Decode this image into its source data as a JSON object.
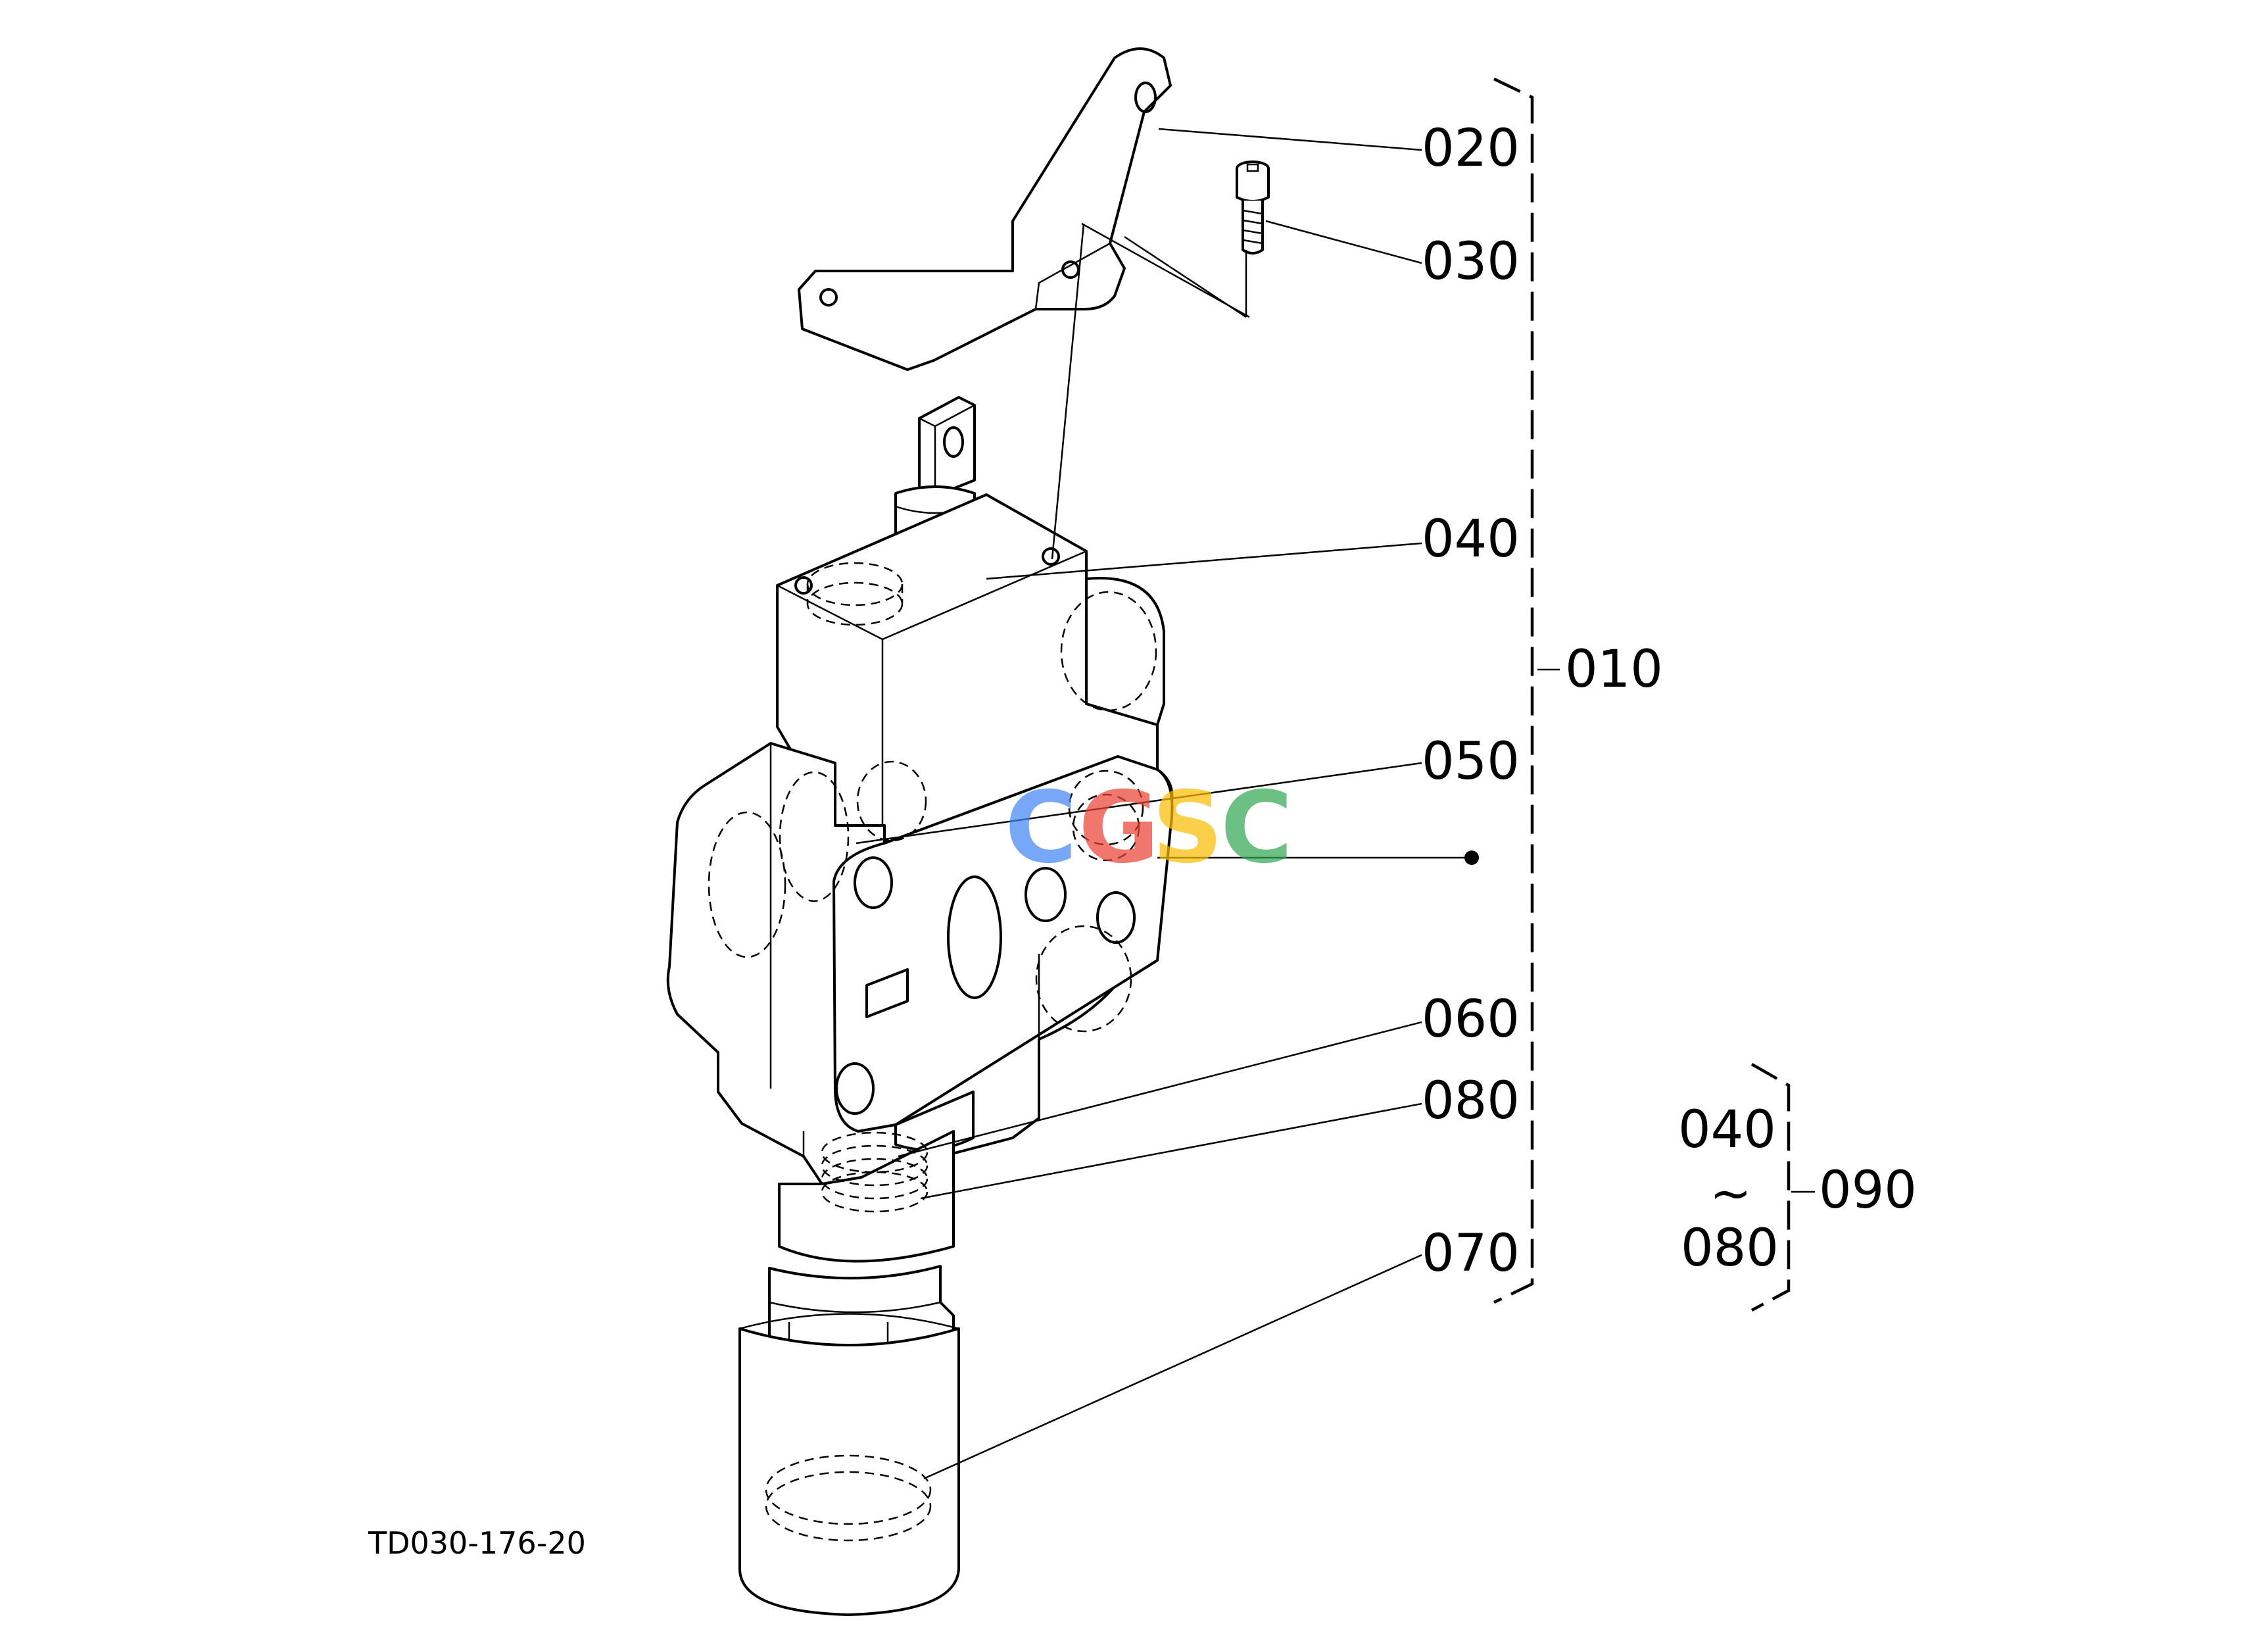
{
  "callouts": {
    "p020": "020",
    "p030": "030",
    "p040": "040",
    "p050": "050",
    "p060": "060",
    "p080": "080",
    "p070": "070",
    "p010": "010"
  },
  "kit": {
    "from": "040",
    "sep": "~",
    "to": "080",
    "number": "090"
  },
  "watermark": {
    "letters": [
      "C",
      "G",
      "S",
      "C"
    ],
    "colors": [
      "#4285F4",
      "#EA4335",
      "#FBBC05",
      "#34A853"
    ]
  },
  "reference_code": "TD030-176-20"
}
